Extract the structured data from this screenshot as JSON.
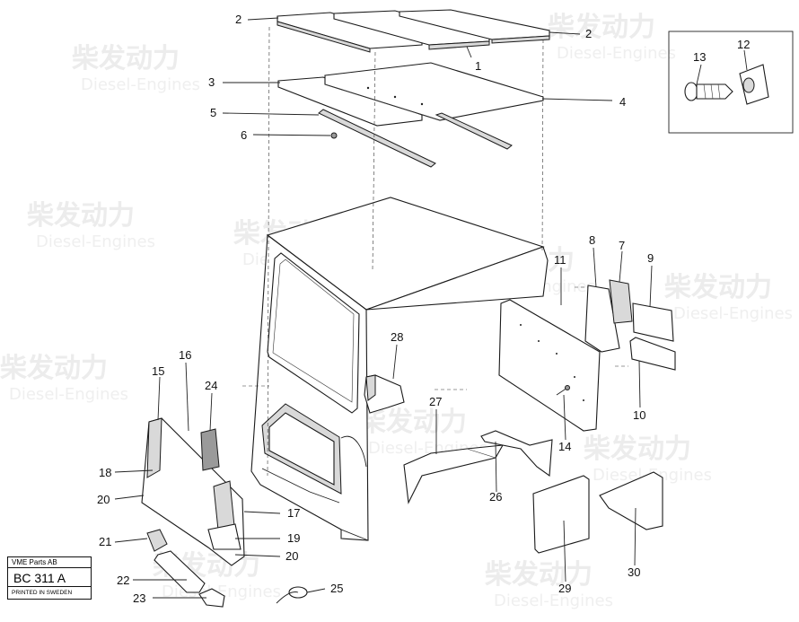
{
  "watermark": {
    "cn": "柴发动力",
    "en": "Diesel-Engines"
  },
  "title_block": {
    "company": "VME Parts AB",
    "code": "BC 311 A",
    "printed": "PRINTED IN SWEDEN"
  },
  "callouts": [
    {
      "id": "c2a",
      "label": "2"
    },
    {
      "id": "c2b",
      "label": "2"
    },
    {
      "id": "c1",
      "label": "1"
    },
    {
      "id": "c3",
      "label": "3"
    },
    {
      "id": "c4",
      "label": "4"
    },
    {
      "id": "c5",
      "label": "5"
    },
    {
      "id": "c6",
      "label": "6"
    },
    {
      "id": "c13",
      "label": "13"
    },
    {
      "id": "c12",
      "label": "12"
    },
    {
      "id": "c8",
      "label": "8"
    },
    {
      "id": "c7",
      "label": "7"
    },
    {
      "id": "c9",
      "label": "9"
    },
    {
      "id": "c11",
      "label": "11"
    },
    {
      "id": "c28",
      "label": "28"
    },
    {
      "id": "c16",
      "label": "16"
    },
    {
      "id": "c15",
      "label": "15"
    },
    {
      "id": "c24",
      "label": "24"
    },
    {
      "id": "c10",
      "label": "10"
    },
    {
      "id": "c27",
      "label": "27"
    },
    {
      "id": "c14",
      "label": "14"
    },
    {
      "id": "c18",
      "label": "18"
    },
    {
      "id": "c20a",
      "label": "20"
    },
    {
      "id": "c17",
      "label": "17"
    },
    {
      "id": "c26",
      "label": "26"
    },
    {
      "id": "c21",
      "label": "21"
    },
    {
      "id": "c19",
      "label": "19"
    },
    {
      "id": "c20b",
      "label": "20"
    },
    {
      "id": "c22",
      "label": "22"
    },
    {
      "id": "c23",
      "label": "23"
    },
    {
      "id": "c25",
      "label": "25"
    },
    {
      "id": "c29",
      "label": "29"
    },
    {
      "id": "c30",
      "label": "30"
    }
  ]
}
